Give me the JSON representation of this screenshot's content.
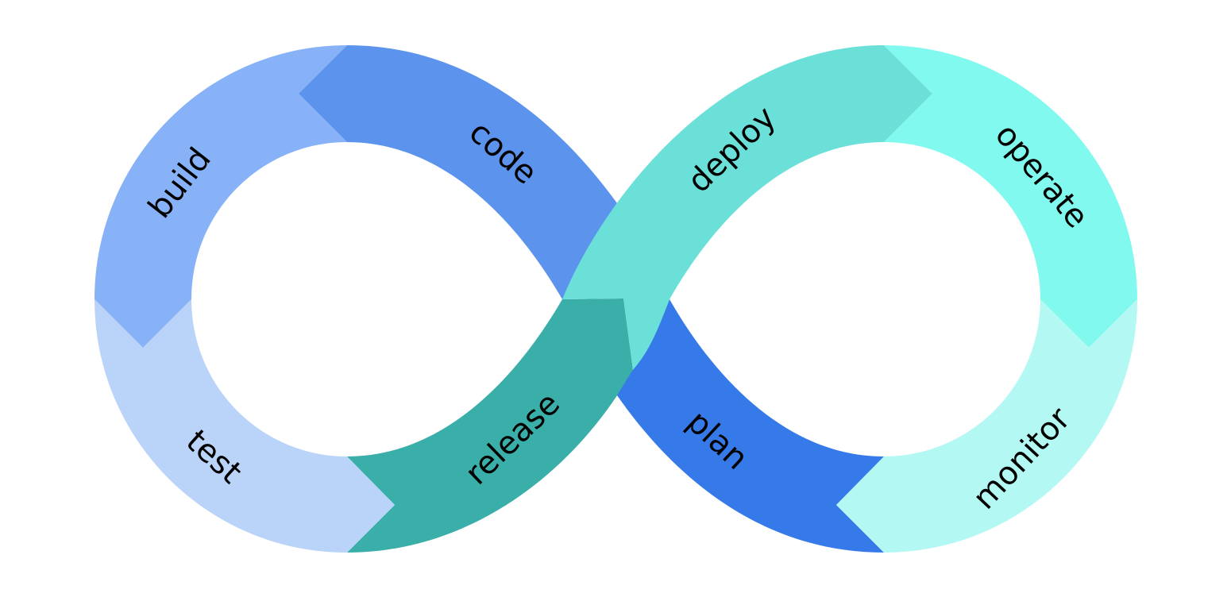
{
  "stages": [
    {
      "id": "plan",
      "label": "plan",
      "color": "#3679e8"
    },
    {
      "id": "code",
      "label": "code",
      "color": "#5c93ec"
    },
    {
      "id": "build",
      "label": "build",
      "color": "#87b2f7"
    },
    {
      "id": "test",
      "label": "test",
      "color": "#bad3f9"
    },
    {
      "id": "release",
      "label": "release",
      "color": "#3aaea8"
    },
    {
      "id": "deploy",
      "label": "deploy",
      "color": "#6ae0d8"
    },
    {
      "id": "operate",
      "label": "operate",
      "color": "#82f9ef"
    },
    {
      "id": "monitor",
      "label": "monitor",
      "color": "#b3f8f3"
    }
  ]
}
